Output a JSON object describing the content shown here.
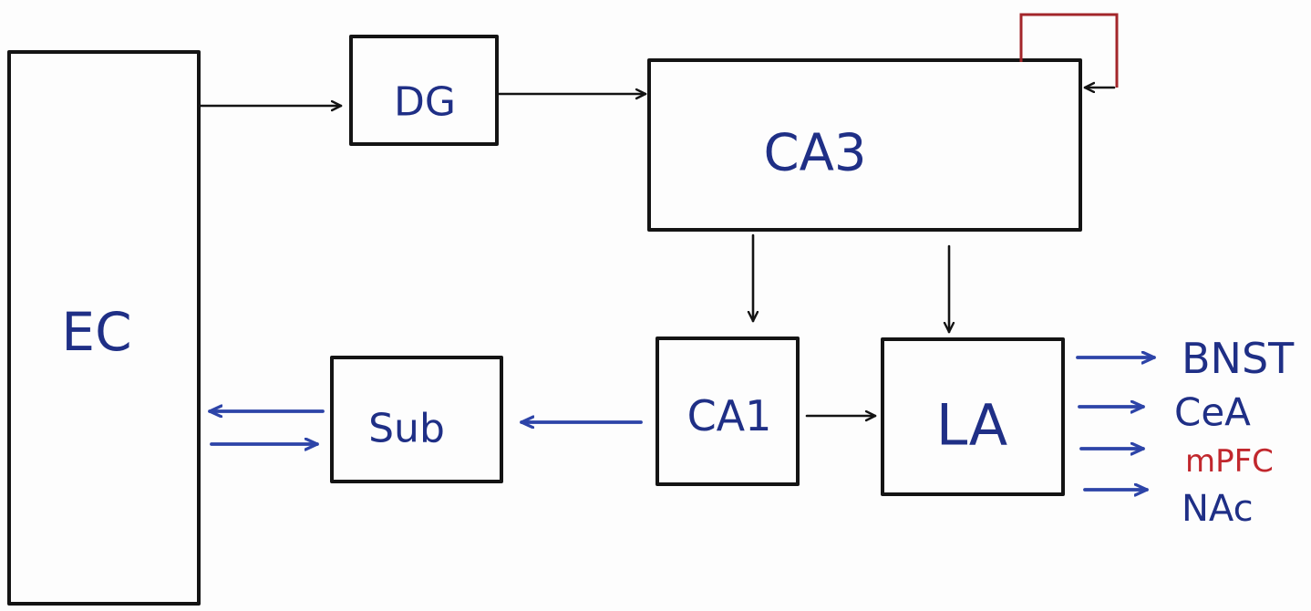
{
  "colors": {
    "ink": "#141414",
    "blue_ink": "#1f2f86",
    "blue_arrow": "#2d44a8",
    "red_ink": "#c1272d",
    "background": "#fdfdfd"
  },
  "nodes": {
    "ec": "EC",
    "dg": "DG",
    "ca3": "CA3",
    "ca1": "CA1",
    "sub": "Sub",
    "la": "LA"
  },
  "outputs": [
    {
      "label": "BNST",
      "color": "#1f2f86"
    },
    {
      "label": "CeA",
      "color": "#1f2f86"
    },
    {
      "label": "mPFC",
      "color": "#c1272d"
    },
    {
      "label": "NAc",
      "color": "#1f2f86"
    }
  ],
  "edges": [
    {
      "from": "EC",
      "to": "DG"
    },
    {
      "from": "DG",
      "to": "CA3"
    },
    {
      "from": "CA3",
      "to": "CA3"
    },
    {
      "from": "CA3",
      "to": "CA1"
    },
    {
      "from": "CA3",
      "to": "LA"
    },
    {
      "from": "CA1",
      "to": "LA"
    },
    {
      "from": "CA1",
      "to": "Sub"
    },
    {
      "from": "Sub",
      "to": "EC"
    },
    {
      "from": "EC",
      "to": "Sub"
    },
    {
      "from": "LA",
      "to": "BNST"
    },
    {
      "from": "LA",
      "to": "CeA"
    },
    {
      "from": "LA",
      "to": "mPFC"
    },
    {
      "from": "LA",
      "to": "NAc"
    }
  ]
}
